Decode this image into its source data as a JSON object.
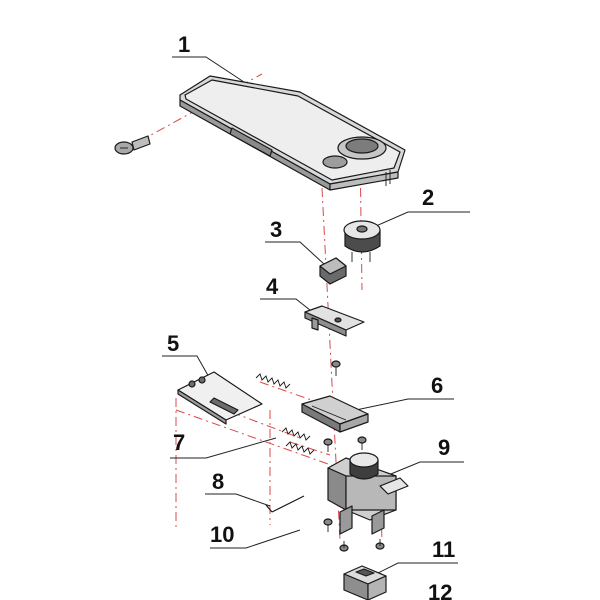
{
  "callouts": [
    {
      "id": "1",
      "text": "1"
    },
    {
      "id": "2",
      "text": "2"
    },
    {
      "id": "3",
      "text": "3"
    },
    {
      "id": "4",
      "text": "4"
    },
    {
      "id": "5",
      "text": "5"
    },
    {
      "id": "6",
      "text": "6"
    },
    {
      "id": "7",
      "text": "7"
    },
    {
      "id": "8",
      "text": "8"
    },
    {
      "id": "9",
      "text": "9"
    },
    {
      "id": "10",
      "text": "10"
    },
    {
      "id": "11",
      "text": "11"
    },
    {
      "id": "12",
      "text": "12"
    }
  ],
  "colors": {
    "line": "#1a1a1a",
    "axis": "#d84a4a",
    "body_light": "#dcdcdc",
    "body_mid": "#b5b5b5",
    "body_dark": "#6f6f6f"
  }
}
